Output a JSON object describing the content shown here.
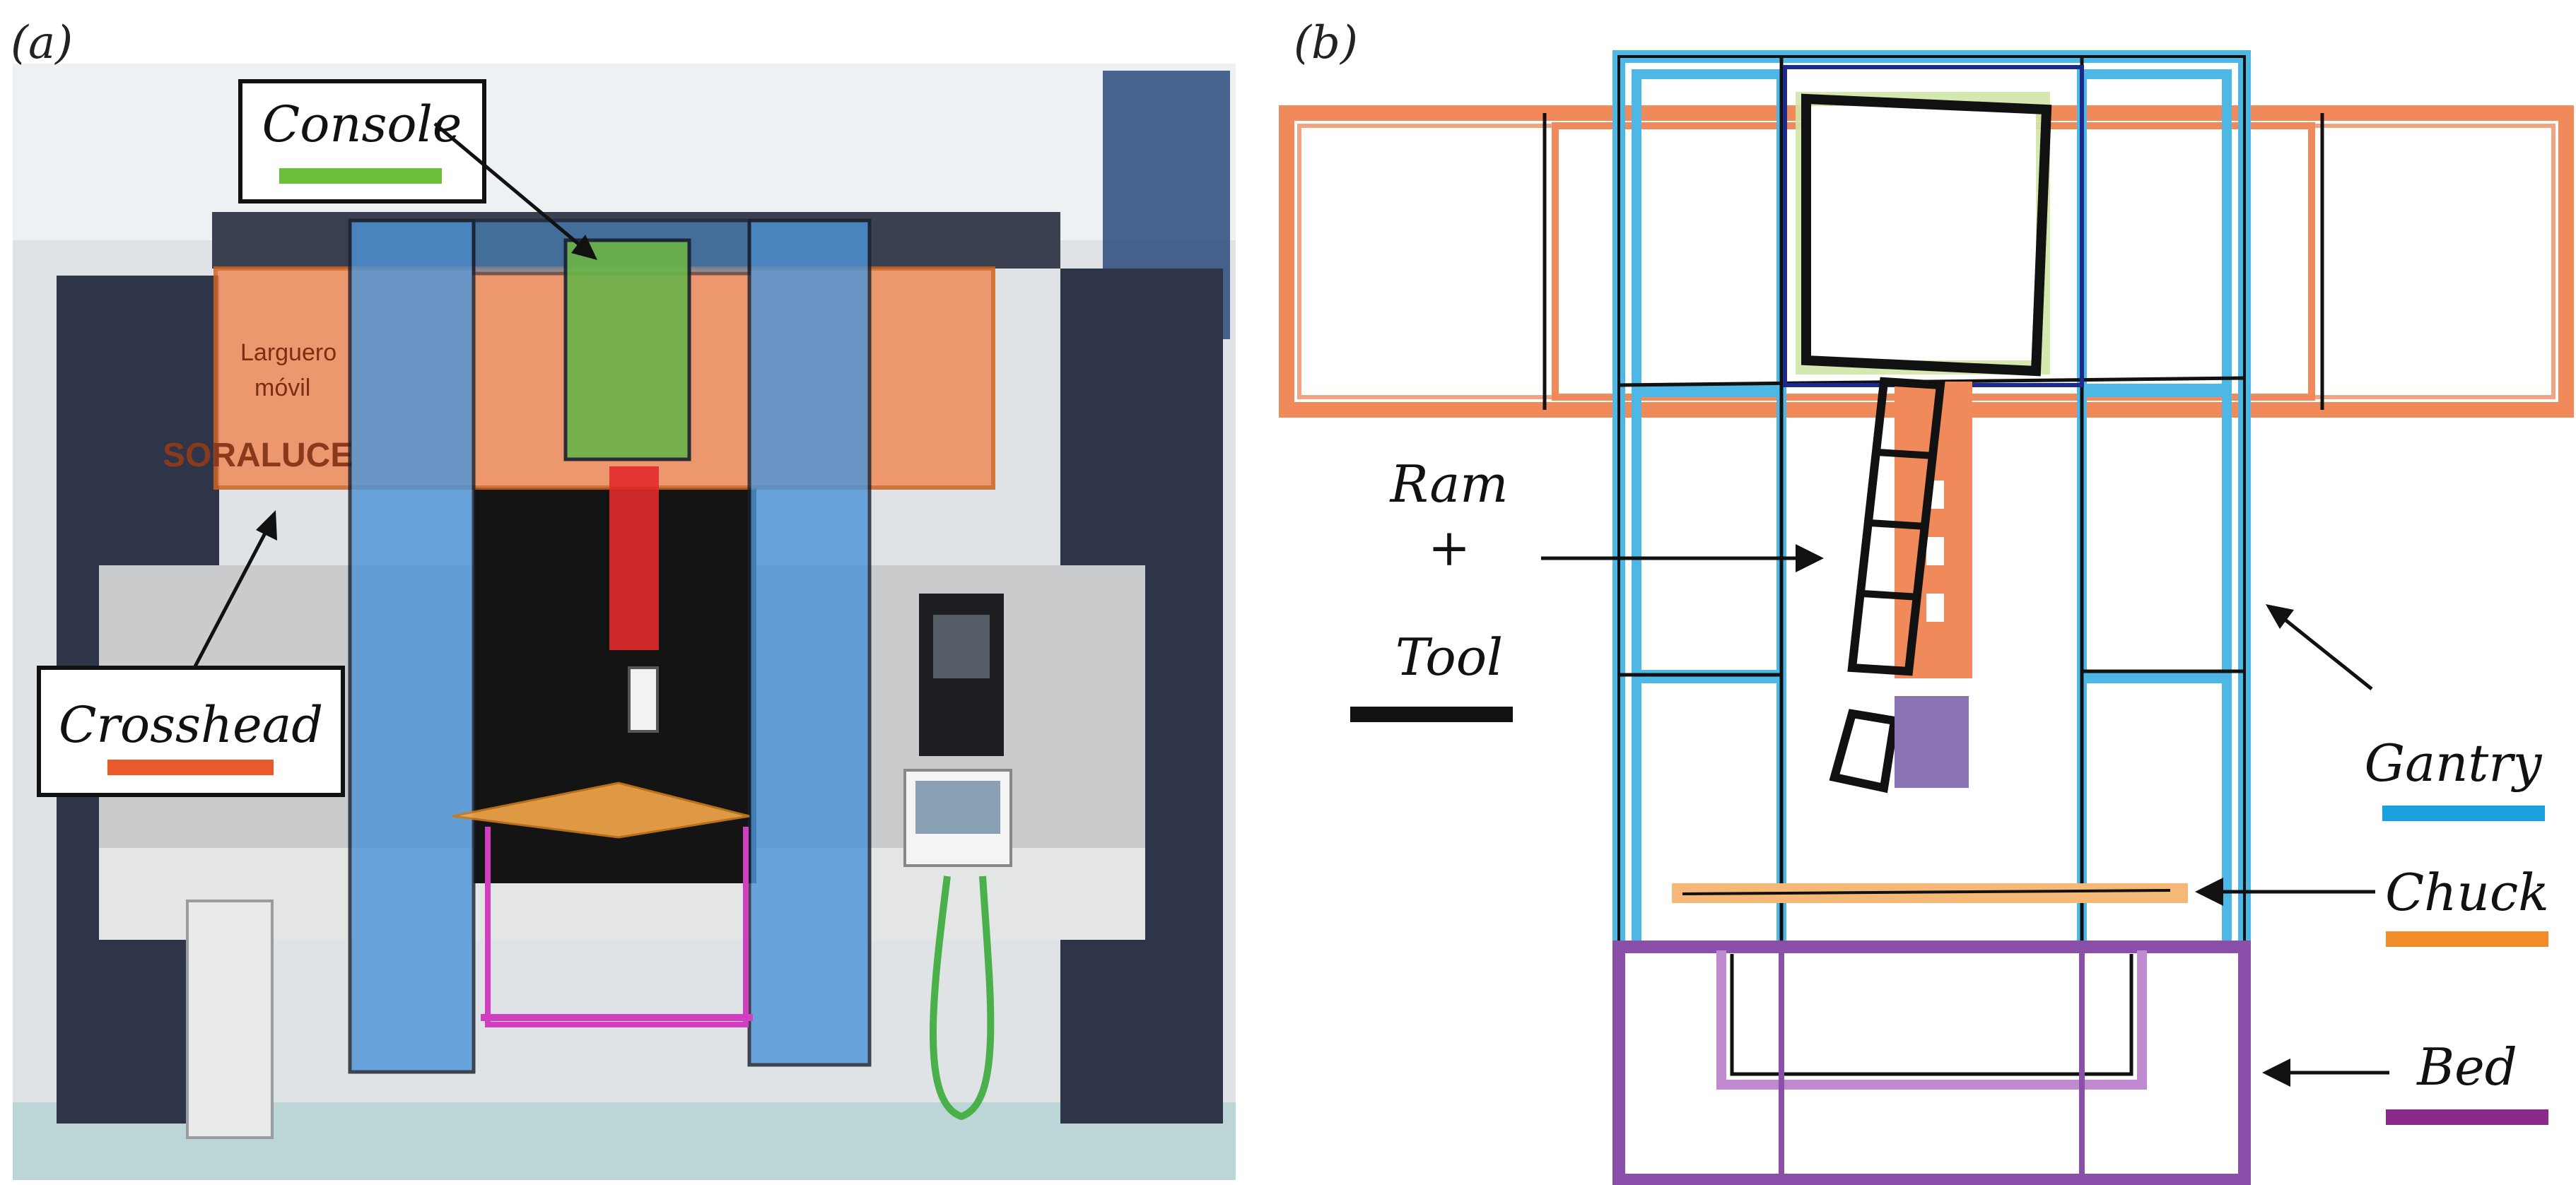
{
  "panel_a": {
    "label": "(a)",
    "labels": {
      "console": "Console",
      "crosshead": "Crosshead"
    },
    "sign_text": {
      "line1": "Larguero",
      "line2": "móvil",
      "brand": "SORALUCE"
    }
  },
  "panel_b": {
    "label": "(b)",
    "ram_label": {
      "line1": "Ram",
      "line2": "+",
      "line3": "Tool"
    },
    "legend": {
      "gantry": "Gantry",
      "chuck": "Chuck",
      "bed": "Bed"
    }
  },
  "colors": {
    "gantry": "#4db8e6",
    "crosshead": "#f08a5a",
    "console": "#8cc63f",
    "chuck": "#f5a84a",
    "bed": "#8a4fa8",
    "ram_tool": "#111111",
    "crosshead_swatch": "#e85a2a",
    "console_swatch": "#6bbf3a",
    "gantry_swatch": "#1aa0dc",
    "chuck_swatch": "#f08c2a",
    "bed_swatch": "#8a2a8a"
  }
}
